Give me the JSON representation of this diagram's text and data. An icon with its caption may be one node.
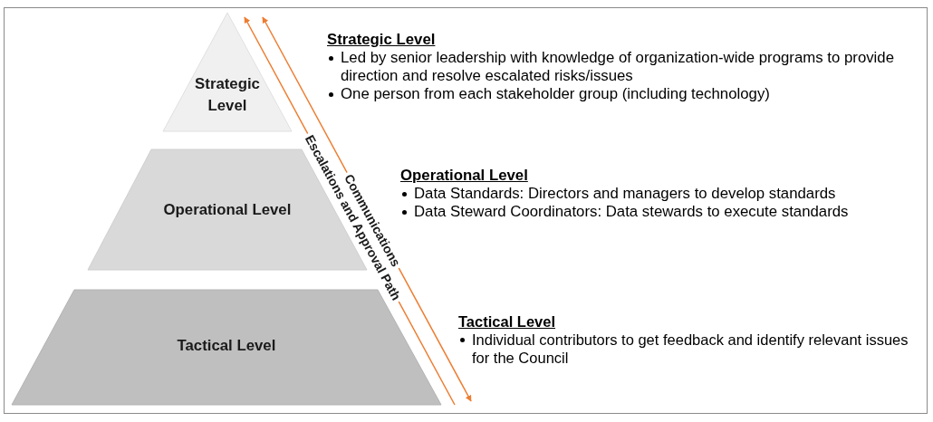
{
  "diagram": {
    "nodes": [
      {
        "text": [
          "Strategic Level"
        ],
        "beside": [
          "Strategic Level",
          "Led by senior leadership with knowledge of organization-wide programs to provide direction and resolve escalated risks/issues",
          "One person from each stakeholder group (including technology)"
        ]
      },
      {
        "text": [
          "Operational Level"
        ],
        "beside": [
          "Operational Level",
          "Data Standards: Directors and managers to develop standards",
          "Data Steward Coordinators: Data stewards to execute standards"
        ]
      },
      {
        "text": [
          "Tactical Level"
        ],
        "beside": [
          "Tactical Level",
          "Individual contributors to get feedback and identify relevant issues for the Council"
        ]
      }
    ],
    "labels": [
      "Communications",
      "Escalations and Approval Path"
    ]
  }
}
